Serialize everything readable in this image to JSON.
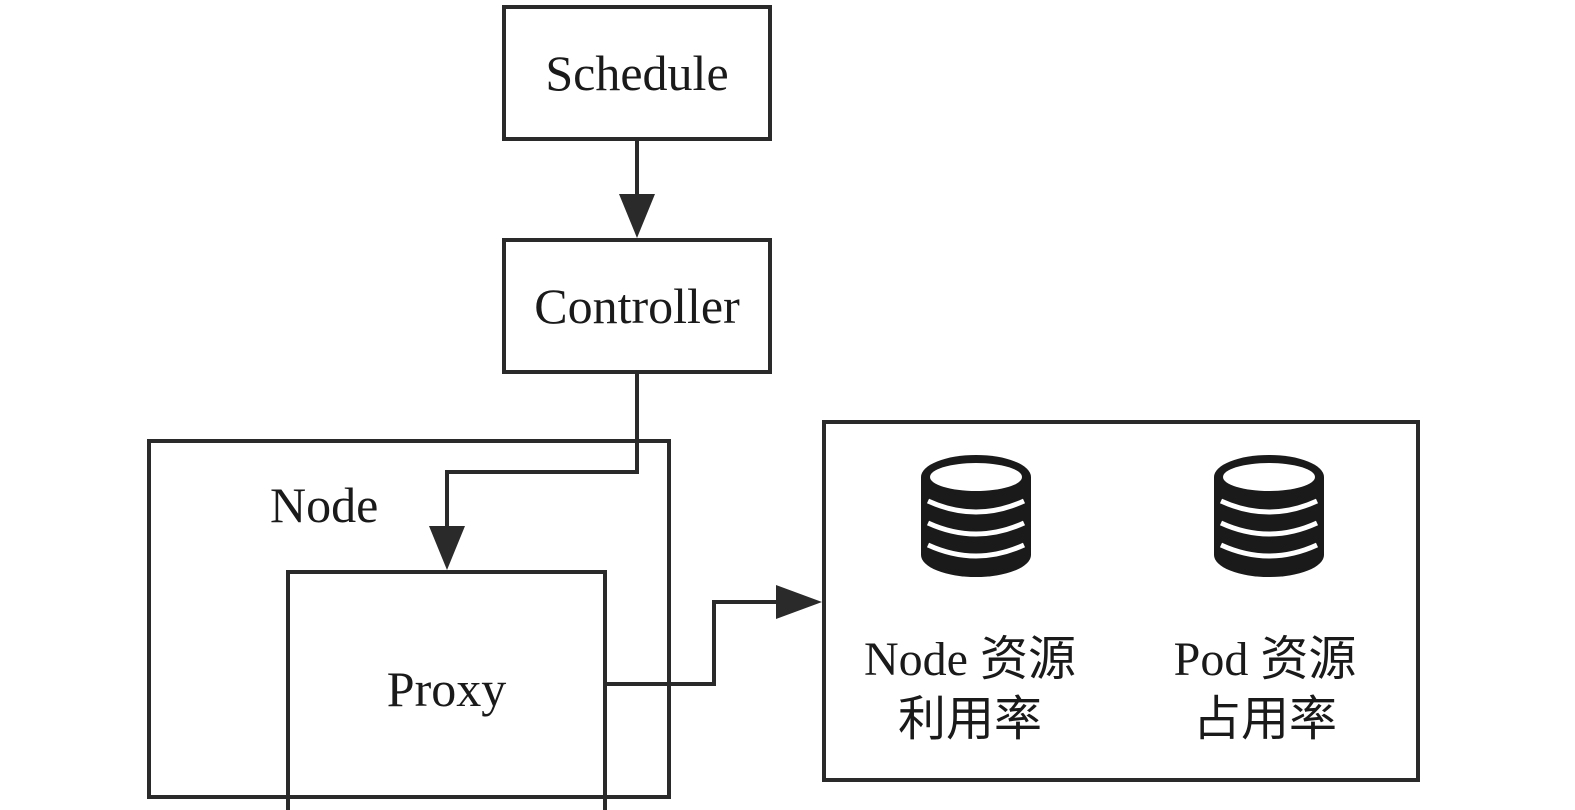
{
  "nodes": {
    "schedule": {
      "label": "Schedule"
    },
    "controller": {
      "label": "Controller"
    },
    "node": {
      "label": "Node"
    },
    "proxy": {
      "label": "Proxy"
    }
  },
  "resources": {
    "node_resource": {
      "line1": "Node 资源",
      "line2": "利用率",
      "icon": "database-icon"
    },
    "pod_resource": {
      "line1": "Pod 资源",
      "line2": "占用率",
      "icon": "database-icon"
    }
  },
  "edges": [
    {
      "from": "Schedule",
      "to": "Controller"
    },
    {
      "from": "Controller",
      "to": "Proxy"
    },
    {
      "from": "Proxy",
      "to": "Resource Panel"
    }
  ],
  "colors": {
    "stroke": "#2a2a2a",
    "text": "#1a1a1a",
    "background": "#ffffff"
  }
}
